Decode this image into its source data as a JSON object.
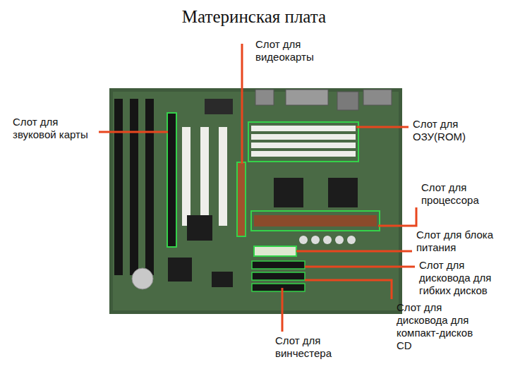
{
  "diagram": {
    "title": "Материнская плата",
    "labels": [
      "Слот для видеокарты",
      "Слот для звуковой карты",
      "Слот для ОЗУ(ROM)",
      "Слот для процессора",
      "Слот для блока питания",
      "Слот для дисковода для гибких дисков",
      "Слот для дисковода для компакт-дисков CD",
      "Слот для винчестера"
    ]
  }
}
